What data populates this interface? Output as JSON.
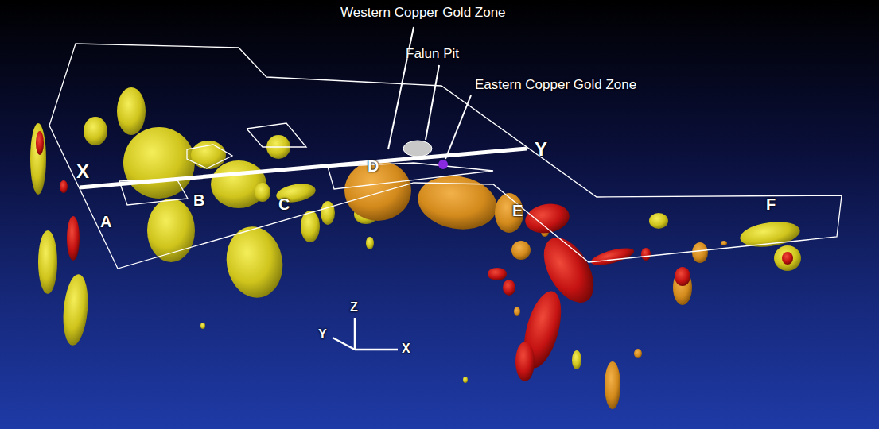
{
  "diagram": {
    "labels": [
      "Western Copper Gold Zone",
      "Falun Pit",
      "Eastern Copper Gold Zone",
      "X",
      "Y",
      "A",
      "B",
      "C",
      "D",
      "E",
      "F",
      "Z",
      "Y",
      "X"
    ]
  }
}
